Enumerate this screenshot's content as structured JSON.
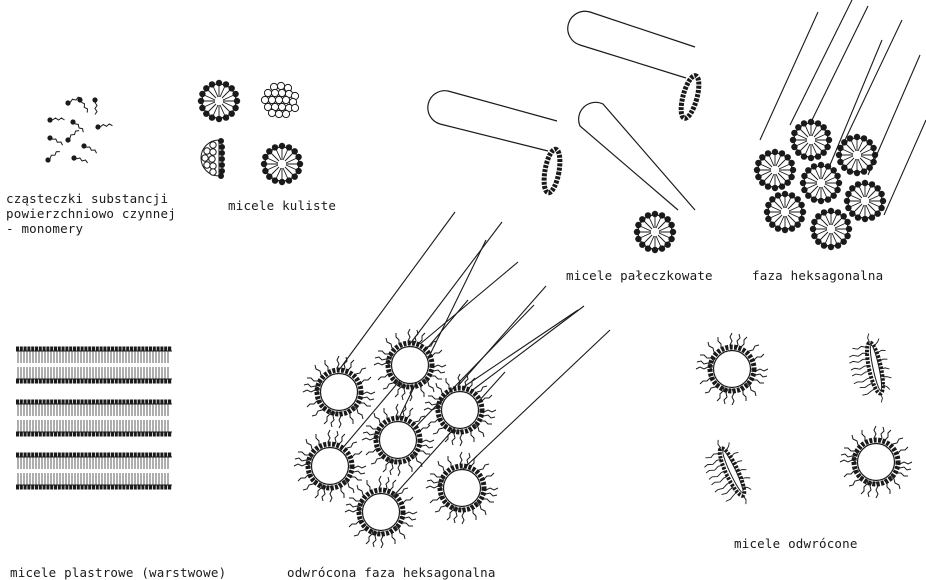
{
  "labels": {
    "monomers": [
      "cząsteczki substancji",
      "powierzchniowo czynnej",
      "- monomery"
    ],
    "spherical": "micele kuliste",
    "rod": "micele pałeczkowate",
    "hexagonal": "faza heksagonalna",
    "lamellar": "micele plastrowe (warstwowe)",
    "inverse_hexagonal": "odwrócona faza heksagonalna",
    "inverse": "micele odwrócone"
  },
  "colors": {
    "ink": "#1a1a1a",
    "paper": "#ffffff"
  }
}
